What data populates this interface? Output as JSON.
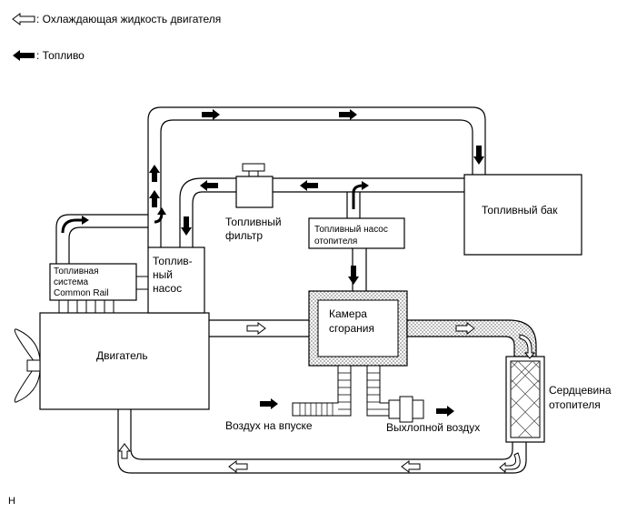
{
  "legend": {
    "coolant": "Охлаждающая жидкость двигателя",
    "fuel": "Топливо"
  },
  "labels": {
    "fuel_tank": "Топливный бак",
    "fuel_filter": [
      "Топливный",
      "фильтр"
    ],
    "heater_fuel_pump": [
      "Топливный насос",
      "отопителя"
    ],
    "common_rail": [
      "Топливная",
      "система",
      "Common Rail"
    ],
    "fuel_pump": [
      "Топлив-",
      "ный",
      "насос"
    ],
    "combustion_chamber": [
      "Камера",
      "сгорания"
    ],
    "engine": "Двигатель",
    "heater_core": [
      "Сердцевина",
      "отопителя"
    ],
    "intake_air": "Воздух на впуске",
    "exhaust_air": "Выхлопной воздух",
    "corner_code": "H"
  },
  "colors": {
    "line": "#000000",
    "fill": "#ffffff",
    "hatch": "#9a9a9a"
  }
}
